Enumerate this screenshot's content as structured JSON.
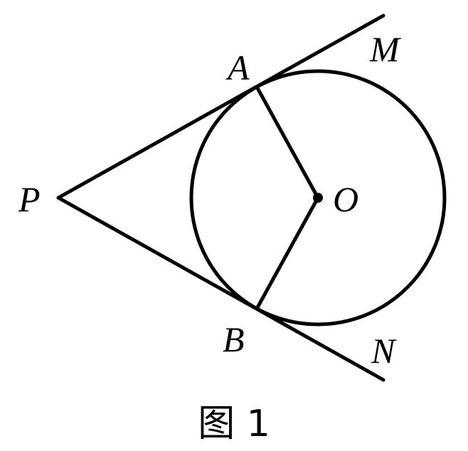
{
  "figure": {
    "points": {
      "A": "A",
      "B": "B",
      "P": "P",
      "O": "O",
      "M": "M",
      "N": "N"
    },
    "caption": "图 1"
  },
  "colors": {
    "stroke": "#000000",
    "background": "#ffffff"
  }
}
